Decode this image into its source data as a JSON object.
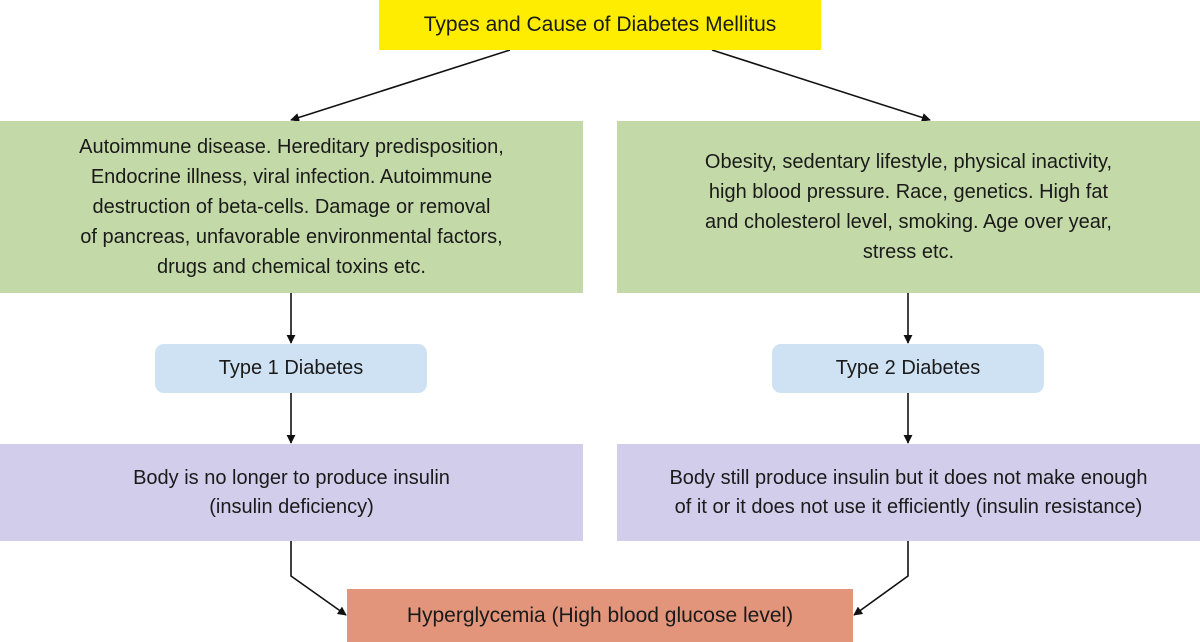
{
  "title": "Types and Cause of Diabetes Mellitus",
  "causes_type1": [
    "Autoimmune disease. Hereditary predisposition,",
    "Endocrine illness, viral infection. Autoimmune",
    "destruction of beta-cells. Damage or removal",
    "of pancreas, unfavorable environmental factors,",
    "drugs and chemical toxins etc."
  ],
  "causes_type2": [
    "Obesity, sedentary lifestyle, physical inactivity,",
    "high blood pressure. Race, genetics. High fat",
    "and cholesterol level, smoking. Age over year,",
    "stress etc."
  ],
  "type1_label": "Type 1 Diabetes",
  "type2_label": "Type 2 Diabetes",
  "type1_effect": [
    "Body is no longer to produce insulin",
    "(insulin deficiency)"
  ],
  "type2_effect": [
    "Body still produce insulin but it does not make enough",
    "of it or it does not use it efficiently (insulin resistance)"
  ],
  "outcome": "Hyperglycemia (High blood glucose level)",
  "colors": {
    "title_bg": "#ffed00",
    "cause_bg": "#c4d9a8",
    "type_bg": "#cfe2f4",
    "effect_bg": "#d3cdec",
    "outcome_bg": "#e2957a"
  }
}
